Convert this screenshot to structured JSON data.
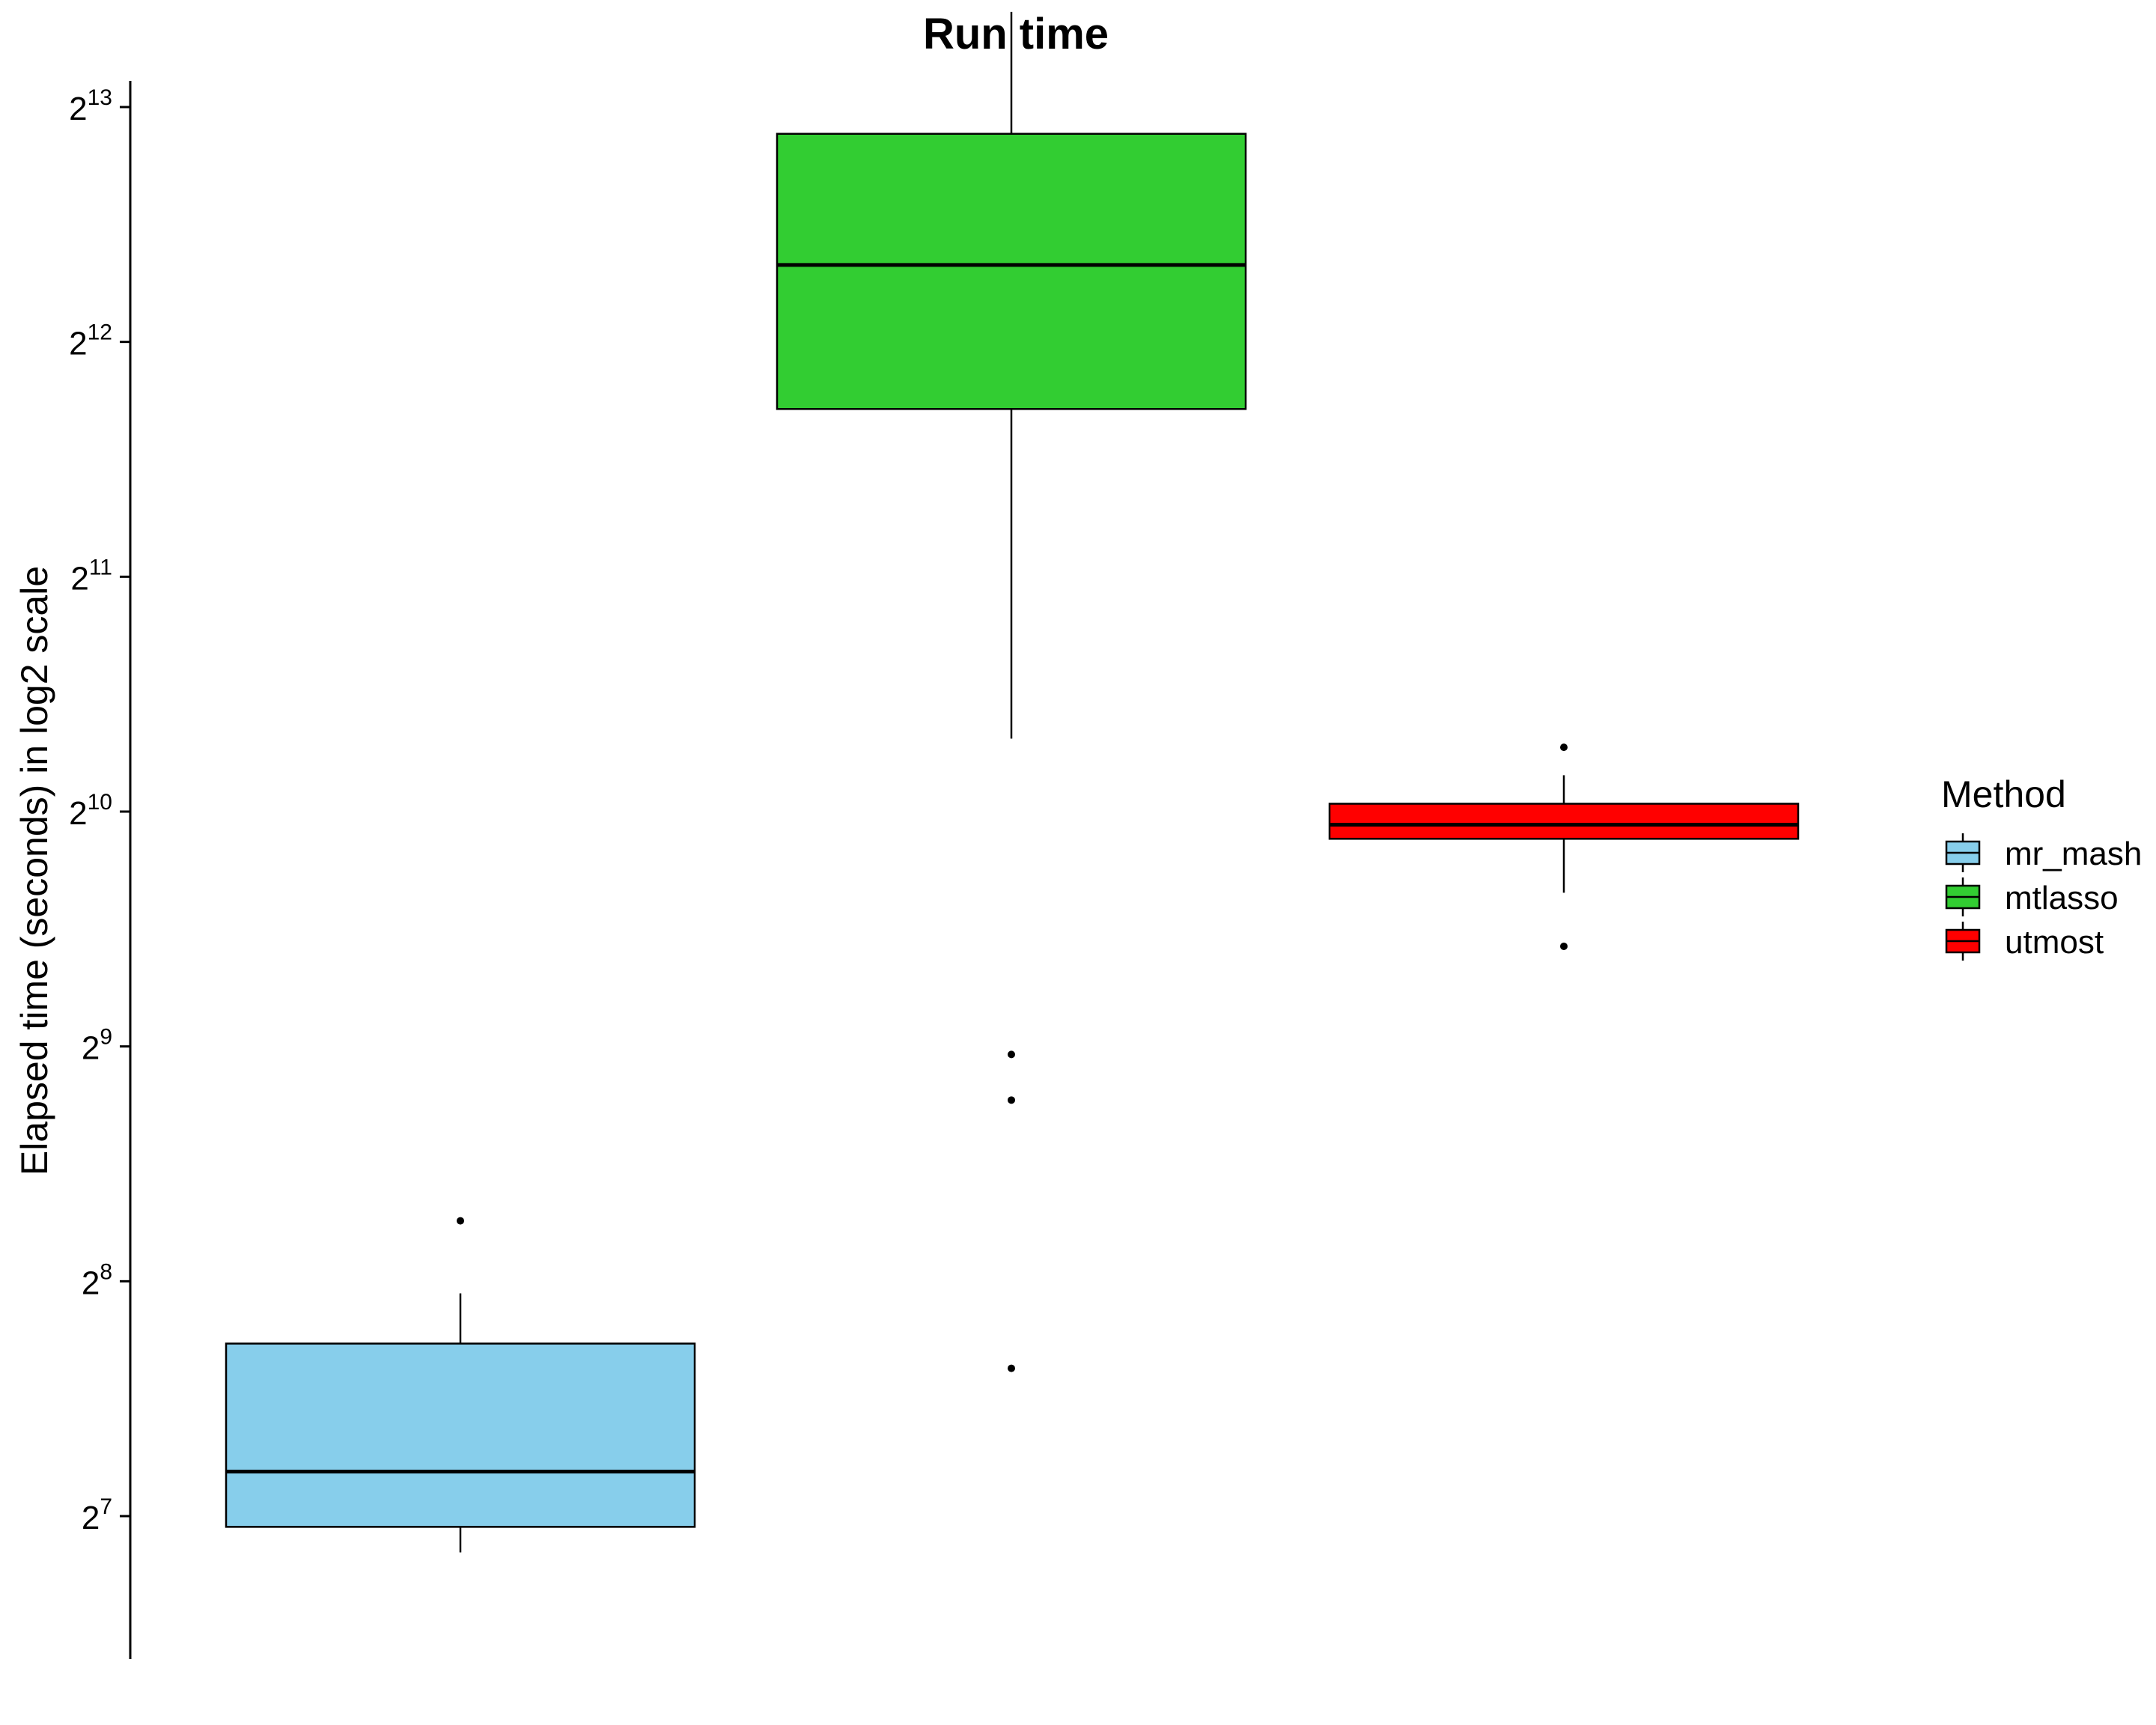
{
  "chart_data": {
    "type": "boxplot",
    "title": "Run time",
    "xlabel": "",
    "ylabel": "Elapsed time (seconds) in log2 scale",
    "y_scale": "log2",
    "ylim_log2": [
      6.4,
      13.1
    ],
    "y_ticks": [
      {
        "base": "2",
        "exp": "7",
        "log2": 7
      },
      {
        "base": "2",
        "exp": "8",
        "log2": 8
      },
      {
        "base": "2",
        "exp": "9",
        "log2": 9
      },
      {
        "base": "2",
        "exp": "10",
        "log2": 10
      },
      {
        "base": "2",
        "exp": "11",
        "log2": 11
      },
      {
        "base": "2",
        "exp": "12",
        "log2": 12
      },
      {
        "base": "2",
        "exp": "13",
        "log2": 13
      }
    ],
    "grid": false,
    "legend": {
      "title": "Method",
      "position": "right",
      "entries": [
        "mr_mash",
        "mtlasso",
        "utmost"
      ]
    },
    "series": [
      {
        "name": "mr_mash",
        "color": "#87CEEB",
        "whisker_low": 115,
        "q1": 124,
        "median": 146,
        "q3": 213,
        "whisker_high": 247,
        "outliers": [
          306
        ]
      },
      {
        "name": "mtlasso",
        "color": "#32CD32",
        "whisker_low": 1270,
        "q1": 3360,
        "median": 5140,
        "q3": 7570,
        "whisker_high": 10850,
        "outliers": [
          500,
          437,
          198
        ]
      },
      {
        "name": "utmost",
        "color": "#FF0000",
        "whisker_low": 806,
        "q1": 945,
        "median": 985,
        "q3": 1048,
        "whisker_high": 1140,
        "outliers": [
          1238,
          688
        ]
      }
    ]
  }
}
